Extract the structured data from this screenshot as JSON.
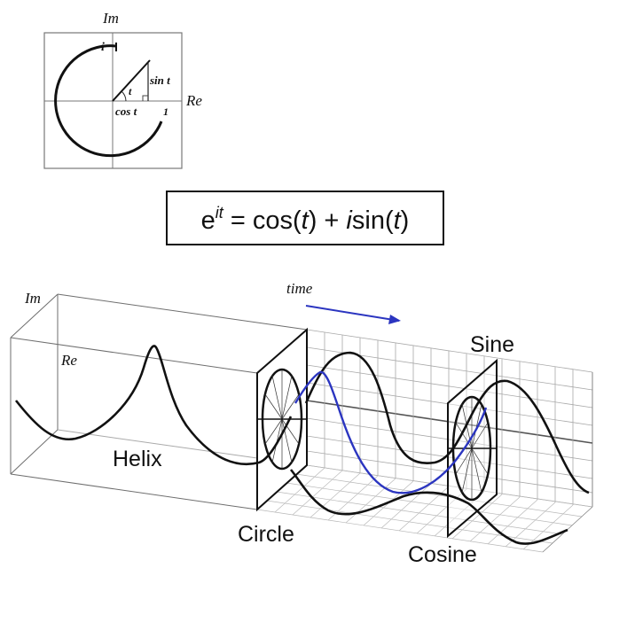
{
  "unit_circle": {
    "axis_im": "Im",
    "axis_re": "Re",
    "label_i": "i",
    "label_angle": "t",
    "label_sin": "sin t",
    "label_cos": "cos t",
    "label_one": "1"
  },
  "formula": {
    "e": "e",
    "exp": "it",
    "eq_cos": " = cos(",
    "t1": "t",
    "mid": ") + ",
    "i": "i",
    "sin": "sin(",
    "t2": "t",
    "close": ")"
  },
  "diagram": {
    "axis_im": "Im",
    "axis_re": "Re",
    "time_label": "time",
    "helix_label": "Helix",
    "circle_label": "Circle",
    "sine_label": "Sine",
    "cosine_label": "Cosine"
  },
  "colors": {
    "curve": "#111111",
    "accent_blue": "#2b35c0",
    "grid": "#9a9a9a",
    "frame": "#6e6e6e"
  }
}
